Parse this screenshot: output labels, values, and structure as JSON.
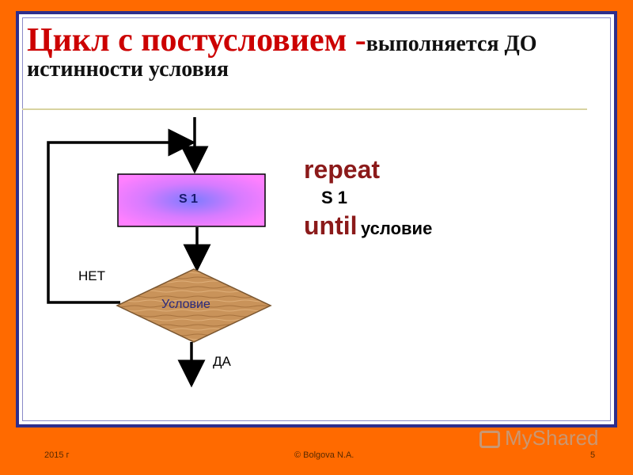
{
  "slide": {
    "title_main": "Цикл с постусловием -",
    "title_tail": "выполняется ДО",
    "title_line2": "истинности условия"
  },
  "flowchart": {
    "process_label": "S 1",
    "decision_label": "Условие",
    "no_label": "НЕТ",
    "yes_label": "ДА",
    "process_fill": "#FF80FF",
    "process_center": "#7D7BFF",
    "decision_fill": "#C9935A"
  },
  "code": {
    "repeat_kw": "repeat",
    "body": "S 1",
    "until_kw": "until",
    "condition": "условие"
  },
  "footer": {
    "year": "2015 г",
    "author": "© Bolgova N.A.",
    "page_number": "5",
    "watermark": "MyShared"
  },
  "colors": {
    "background": "#FF6A00",
    "frame": "#2E2E8C",
    "title_accent": "#CC0000"
  }
}
